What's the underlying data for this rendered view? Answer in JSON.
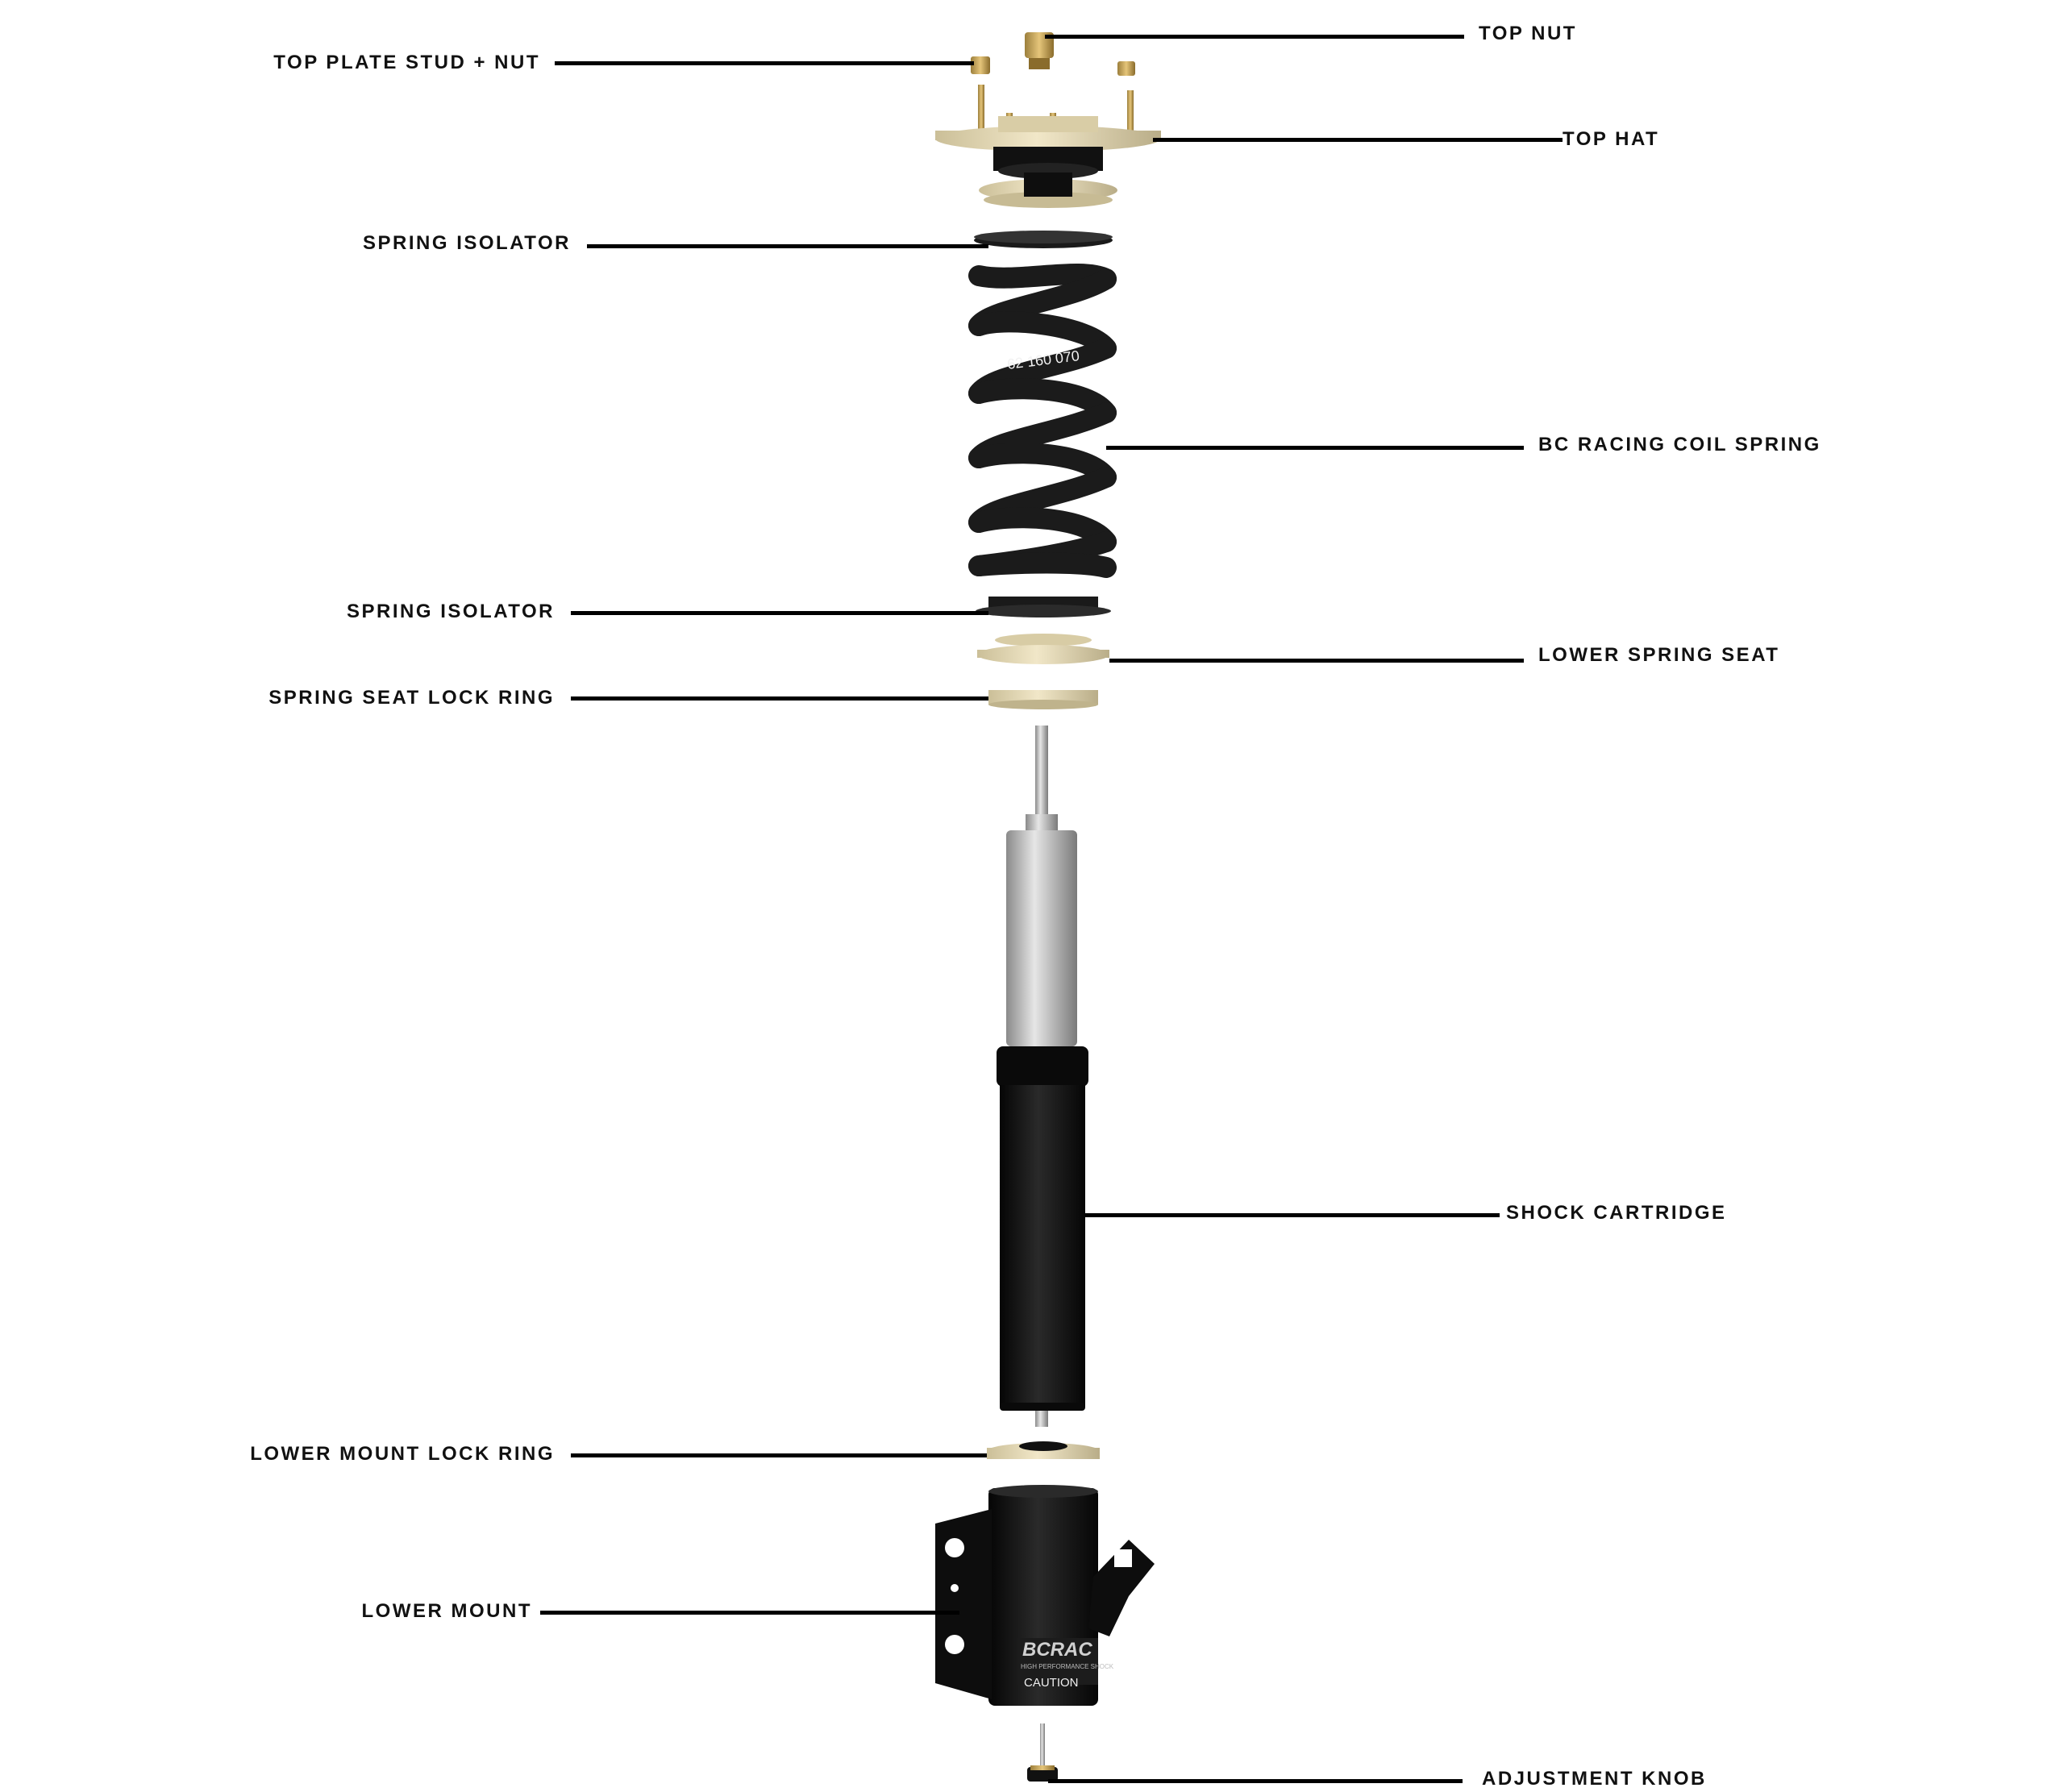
{
  "labels": {
    "top_nut": "TOP NUT",
    "top_plate_stud_nut": "TOP PLATE STUD + NUT",
    "top_hat": "TOP HAT",
    "spring_isolator_upper": "SPRING ISOLATOR",
    "coil_spring": "BC RACING COIL SPRING",
    "spring_isolator_lower": "SPRING ISOLATOR",
    "lower_spring_seat": "LOWER SPRING SEAT",
    "spring_seat_lock_ring": "SPRING SEAT LOCK RING",
    "shock_cartridge": "SHOCK CARTRIDGE",
    "lower_mount_lock_ring": "LOWER MOUNT LOCK RING",
    "lower_mount": "LOWER MOUNT",
    "adjustment_knob": "ADJUSTMENT KNOB"
  },
  "part_text": {
    "spring_code": "62 160 070",
    "mount_brand": "BCRAC",
    "mount_tagline": "HIGH PERFORMANCE SHOCK",
    "mount_caution": "CAUTION"
  },
  "colors": {
    "tan": "#e8dcb8",
    "black": "#111111",
    "silver": "#c8c8c8",
    "label": "#111111"
  }
}
